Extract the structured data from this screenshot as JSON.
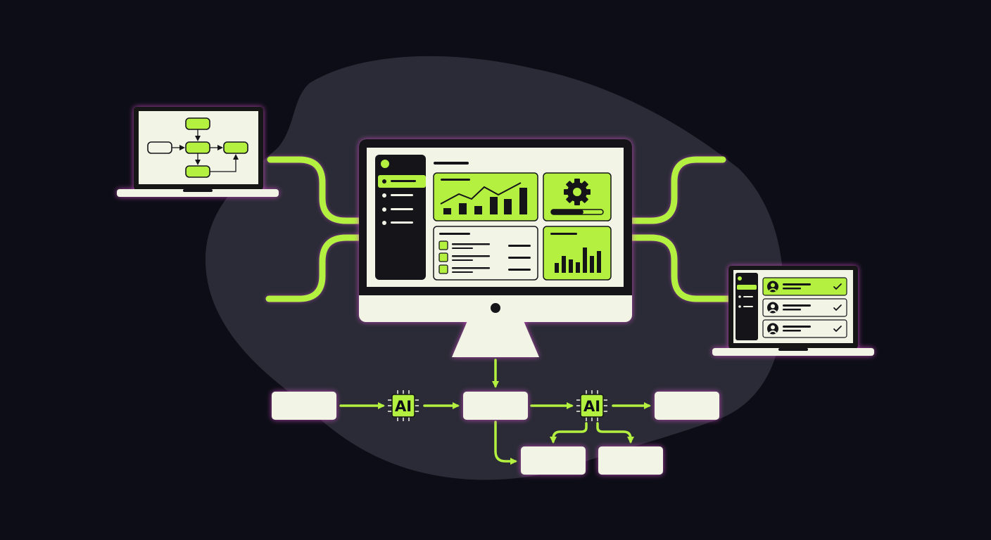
{
  "colors": {
    "background": "#0c0d16",
    "blob": "#2a2b36",
    "accent": "#b4f040",
    "screen": "#f2f4e6",
    "dark": "#141419",
    "glow": "#d24ec8"
  },
  "ai_chips": [
    {
      "label": "AI",
      "icon": "cpu-chip-icon"
    },
    {
      "label": "AI",
      "icon": "cpu-chip-icon"
    }
  ],
  "dashboard": {
    "icons": [
      "line-chart-icon",
      "gear-icon",
      "checklist-icon",
      "bar-chart-icon"
    ],
    "settings_progress": 0.62
  },
  "user_list": {
    "items": [
      {
        "icon": "user-avatar-icon",
        "status": "check-icon",
        "highlighted": true
      },
      {
        "icon": "user-avatar-icon",
        "status": "check-icon",
        "highlighted": false
      },
      {
        "icon": "user-avatar-icon",
        "status": "check-icon",
        "highlighted": false
      }
    ]
  }
}
